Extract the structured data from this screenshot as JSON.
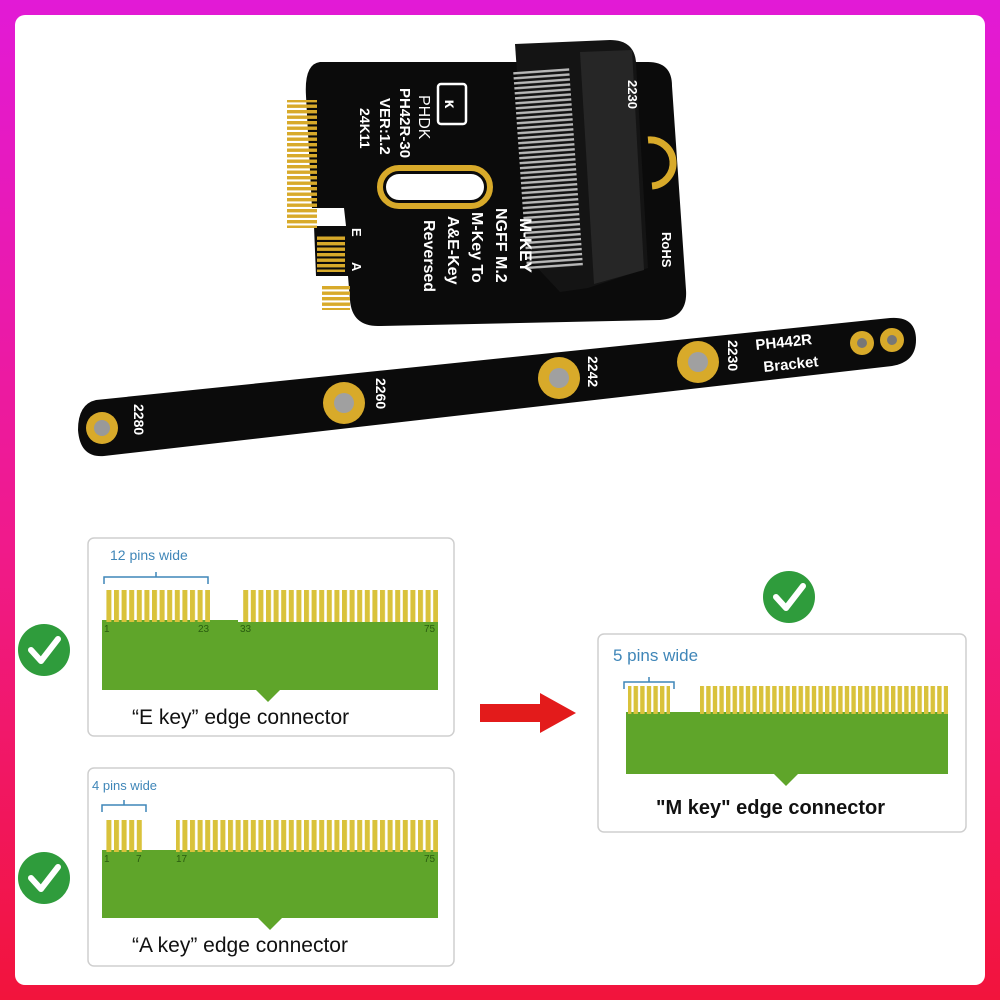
{
  "colors": {
    "frame_top": "#e21ad6",
    "frame_bottom": "#f2143c",
    "pcb": "#0b0b0b",
    "gold": "#d8aa2a",
    "connector_green": "#5fa52a",
    "pin_gold": "#d9c23b",
    "check_green": "#2f9c3c",
    "arrow_red": "#e31b1b",
    "annotation_blue": "#3f86b8"
  },
  "adapter": {
    "logo": "PHDK",
    "model": "PH42R-30",
    "version": "VER:1.2",
    "code": "24K11",
    "line1": "M-KEY",
    "line2": "NGFF M.2",
    "line3": "M-Key To",
    "line4": "A&E-Key",
    "line5": "Reversed",
    "label_e": "E",
    "label_a": "A",
    "size_label": "2230",
    "rohs": "RoHS"
  },
  "bracket": {
    "title": "PH442R",
    "subtitle": "Bracket",
    "mounts": [
      "2230",
      "2242",
      "2260",
      "2280"
    ]
  },
  "connectors": {
    "e_key": {
      "width_label": "12 pins wide",
      "pin_labels": [
        "1",
        "23",
        "33",
        "75"
      ],
      "caption": "“E key”  edge connector"
    },
    "a_key": {
      "width_label": "4 pins wide",
      "pin_labels": [
        "1",
        "7",
        "17",
        "75"
      ],
      "caption": "“A key”  edge connector"
    },
    "m_key": {
      "width_label": "5 pins wide",
      "caption": "\"M key\" edge connector"
    }
  }
}
